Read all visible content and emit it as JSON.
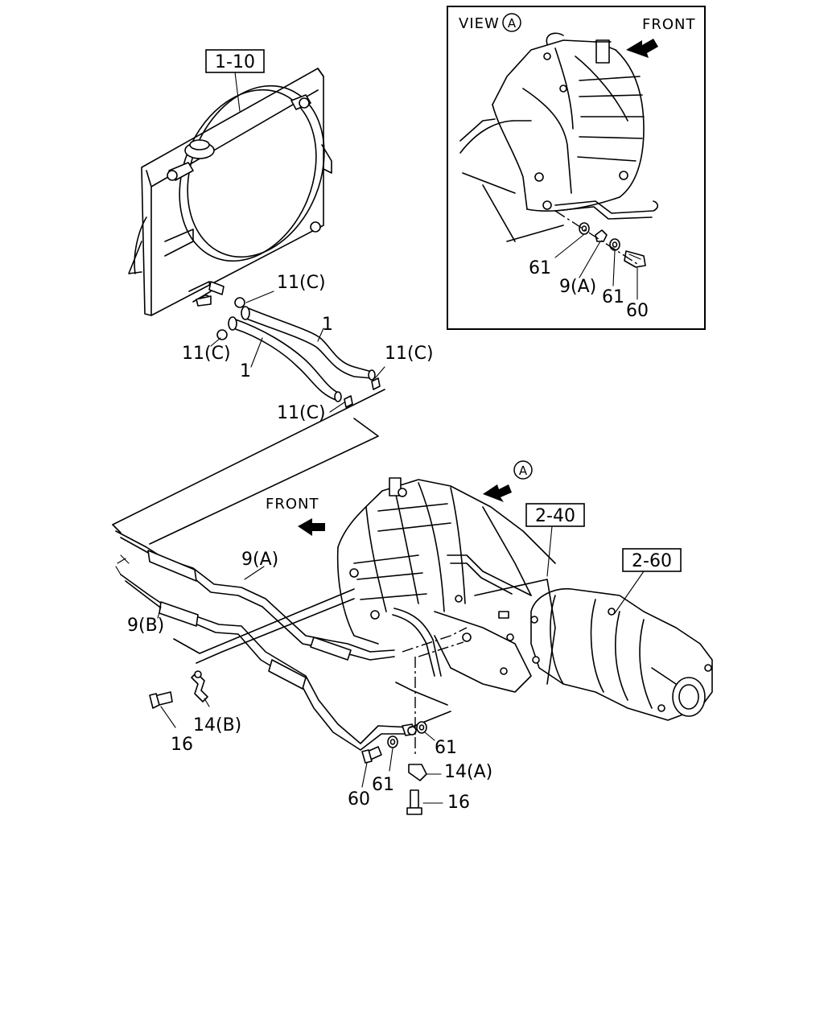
{
  "view_panel": {
    "title": "VIEW",
    "marker": "A",
    "front": "FRONT",
    "labels": [
      "61",
      "9(A)",
      "61",
      "60"
    ]
  },
  "refs": {
    "radiator_shroud": "1-10",
    "transmission": "2-40",
    "transfer": "2-60"
  },
  "main": {
    "view_marker": "A",
    "front": "FRONT"
  },
  "callouts": {
    "hose_1a": "1",
    "hose_1b": "1",
    "clip_c1": "11(C)",
    "clip_c2": "11(C)",
    "clip_c3": "11(C)",
    "clip_c4": "11(C)",
    "pipe_a": "9(A)",
    "pipe_b": "9(B)",
    "bracket_b": "14(B)",
    "bolt_16a": "16",
    "washer_61a": "61",
    "washer_61b": "61",
    "bolt_60": "60",
    "bracket_a": "14(A)",
    "bolt_16b": "16"
  }
}
